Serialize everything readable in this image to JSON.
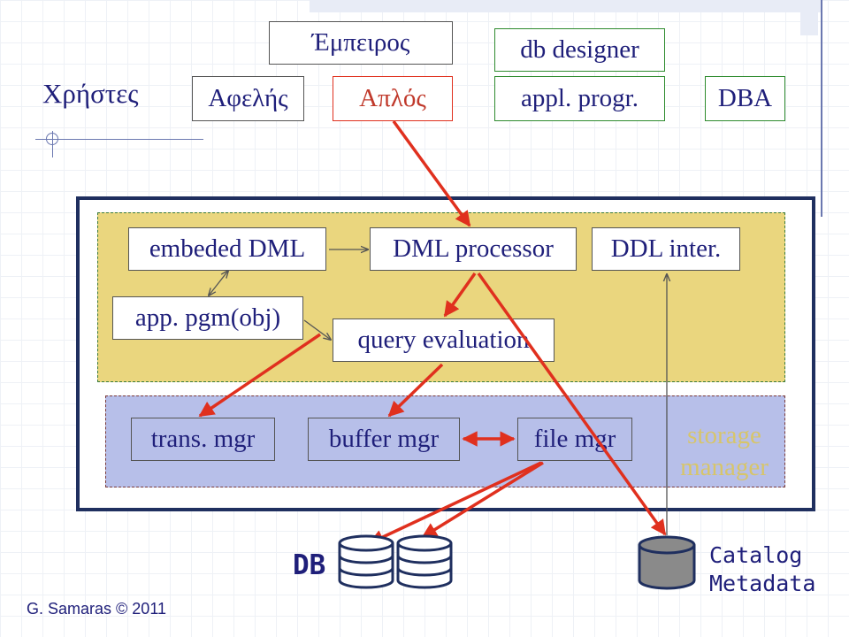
{
  "users_label": "Χρήστες",
  "user_types": {
    "naive": "Αφελής",
    "experienced": "Έμπειρος",
    "simple": "Απλός",
    "db_designer": "db designer",
    "appl_progr": "appl. progr.",
    "dba": "DBA"
  },
  "query_processor": {
    "embeded_dml": "embeded DML",
    "dml_processor": "DML processor",
    "ddl_inter": "DDL inter.",
    "app_pgm": "app. pgm(obj)",
    "query_evaluation": "query evaluation"
  },
  "storage_manager": {
    "trans_mgr": "trans. mgr",
    "buffer_mgr": "buffer mgr",
    "file_mgr": "file mgr",
    "label": "storage manager"
  },
  "storage": {
    "db_label": "DB",
    "catalog_line1": "Catalog",
    "catalog_line2": "Metadata"
  },
  "footer": "G. Samaras © 2011",
  "colors": {
    "navy_text": "#1f1f7a",
    "red_arrow": "#e0301e",
    "green_border": "#2e8b2e",
    "query_panel_bg": "#ead67e",
    "storage_panel_bg": "#b7bfe9",
    "storage_label": "#d7c56a",
    "cylinder_gray": "#8a8a8a"
  }
}
